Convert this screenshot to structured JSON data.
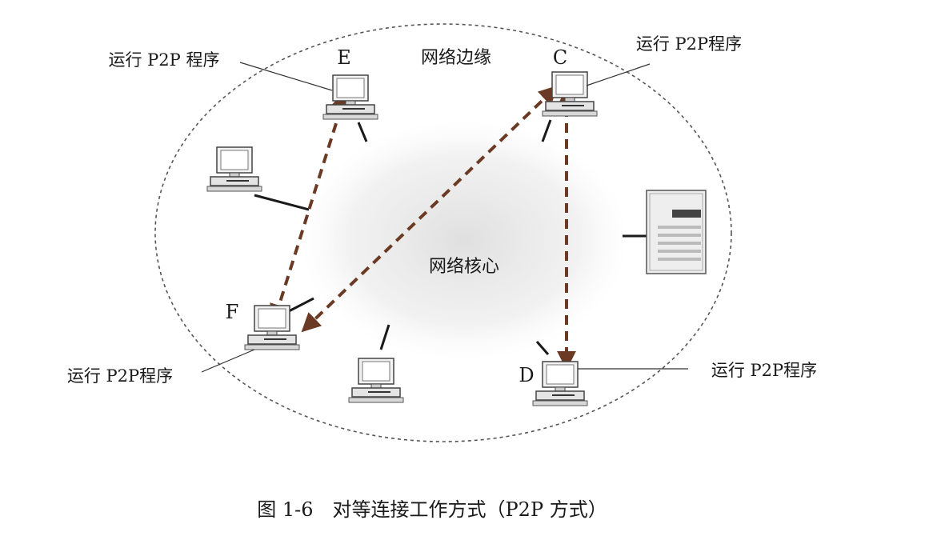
{
  "diagram": {
    "edge_label": "网络边缘",
    "core_label": "网络核心",
    "nodes": {
      "E": {
        "label": "E",
        "note": "运行 P2P 程序"
      },
      "C": {
        "label": "C",
        "note": "运行 P2P程序"
      },
      "F": {
        "label": "F",
        "note": "运行 P2P程序"
      },
      "D": {
        "label": "D",
        "note": "运行 P2P程序"
      }
    },
    "p2p_links": [
      {
        "from": "E",
        "to": "F"
      },
      {
        "from": "F",
        "to": "C"
      },
      {
        "from": "C",
        "to": "D"
      }
    ],
    "colors": {
      "p2p_link": "#6b3a24",
      "line": "#1a1a1a",
      "ellipse": "#555555"
    }
  },
  "caption": "图 1-6　对等连接工作方式（P2P 方式）"
}
